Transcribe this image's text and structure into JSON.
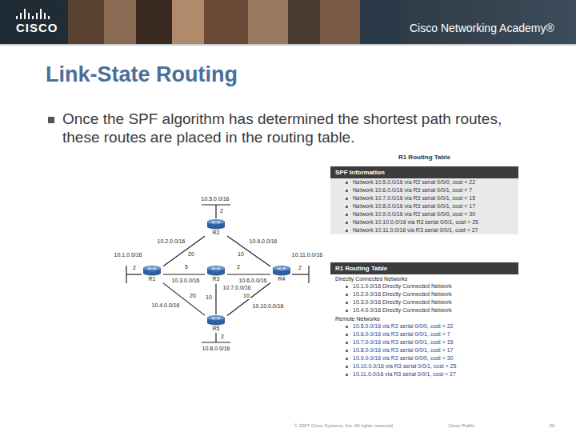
{
  "diagram": {
    "title": "Link-State Routing",
    "nodes": [
      {
        "text": [
          "R1"
        ]
      },
      {
        "text": [
          "R2"
        ]
      },
      {
        "text": [
          "R3"
        ]
      },
      {
        "text": [
          "R4"
        ]
      },
      {
        "text": [
          "R5"
        ]
      },
      {
        "text": [
          "R1 Routing Table",
          "SPF Information",
          "Network 10.5.0.0/16 via R2 serial 0/0/0, cost = 22",
          "Network 10.6.0.0/16 via R3 serial 0/0/1, cost = 7",
          "Network 10.7.0.0/16 via R3 serial 0/0/1, cost = 15",
          "Network 10.8.0.0/16 via R3 serial 0/0/1, cost = 17",
          "Network 10.9.0.0/16 via R2 serial 0/0/0, cost = 30",
          "Network 10.10.0.0/16 via R3 serial 0/0/1, cost = 25",
          "Network 10.11.0.0/16 via R3 serial 0/0/1, cost = 27"
        ]
      },
      {
        "text": [
          "R1 Routing Table",
          "Directly Connected Networks",
          "10.1.0.0/16 Directly Connected Network",
          "10.2.0.0/16 Directly Connected Network",
          "10.3.0.0/16 Directly Connected Network",
          "10.4.0.0/16 Directly Connected Network",
          "Remote Networks",
          "10.5.0.0/16 via R2 serial 0/0/0, cost = 22",
          "10.6.0.0/16 via R3 serial 0/0/1, cost = 7",
          "10.7.0.0/16 via R3 serial 0/0/1, cost = 15",
          "10.8.0.0/16 via R3 serial 0/0/1, cost = 17",
          "10.9.0.0/16 via R2 serial 0/0/0, cost = 30",
          "10.10.0.0/16 via R3 serial 0/0/1, cost = 25",
          "10.11.0.0/16 via R3 serial 0/0/1, cost = 27"
        ]
      }
    ],
    "edges": [
      {
        "from": 0,
        "to": 1,
        "arrow": "none"
      },
      {
        "from": 0,
        "to": 2,
        "arrow": "none"
      },
      {
        "from": 0,
        "to": 4,
        "arrow": "none"
      },
      {
        "from": 1,
        "to": 3,
        "arrow": "none"
      },
      {
        "from": 2,
        "to": 3,
        "arrow": "none"
      },
      {
        "from": 2,
        "to": 4,
        "arrow": "none"
      },
      {
        "from": 3,
        "to": 4,
        "arrow": "none"
      }
    ],
    "labels": [
      "CISCO",
      "Cisco Networking Academy®",
      "Once the SPF algorithm has determined the shortest path routes, these routes are placed in the routing table.",
      "10.5.0.0/16",
      "2",
      "10.2.0.0/16",
      "20",
      "10.9.0.0/16",
      "10",
      "10.1.0.0/16",
      "2",
      "5",
      "10.3.0.0/16",
      "2",
      "10.6.0.0/16",
      "10.11.0.0/16",
      "2",
      "20",
      "10",
      "10",
      "10.4.0.0/16",
      "10.7.0.0/16",
      "10.10.0.0/16",
      "2",
      "10.8.0.0/16",
      "© 2007 Cisco Systems, Inc. All rights reserved.",
      "Cisco Public",
      "20"
    ]
  }
}
